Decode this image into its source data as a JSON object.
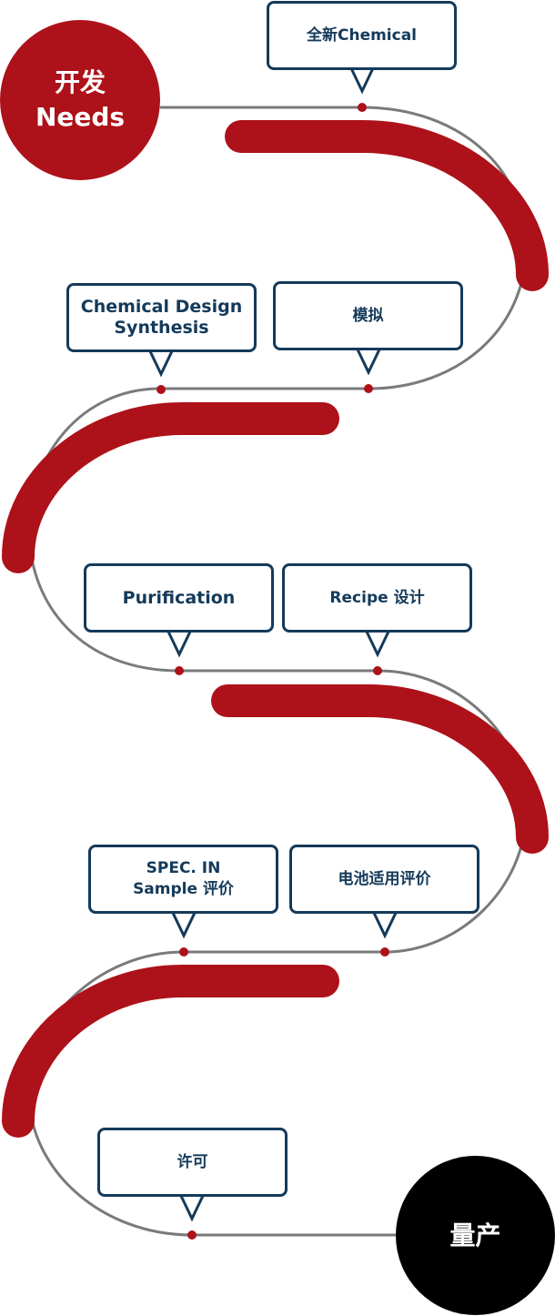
{
  "start": {
    "line1": "开发",
    "line2": "Needs"
  },
  "end": {
    "label": "量产"
  },
  "steps": [
    "全新Chemical",
    "Chemical Design\nSynthesis",
    "模拟",
    "Purification",
    "Recipe 设计",
    "SPEC. IN\nSample 评价",
    "电池适用评价",
    "许可"
  ],
  "colors": {
    "accent": "#ad1119",
    "box_border": "#143a5a",
    "path_line": "#7a7a7a",
    "end": "#000000"
  }
}
